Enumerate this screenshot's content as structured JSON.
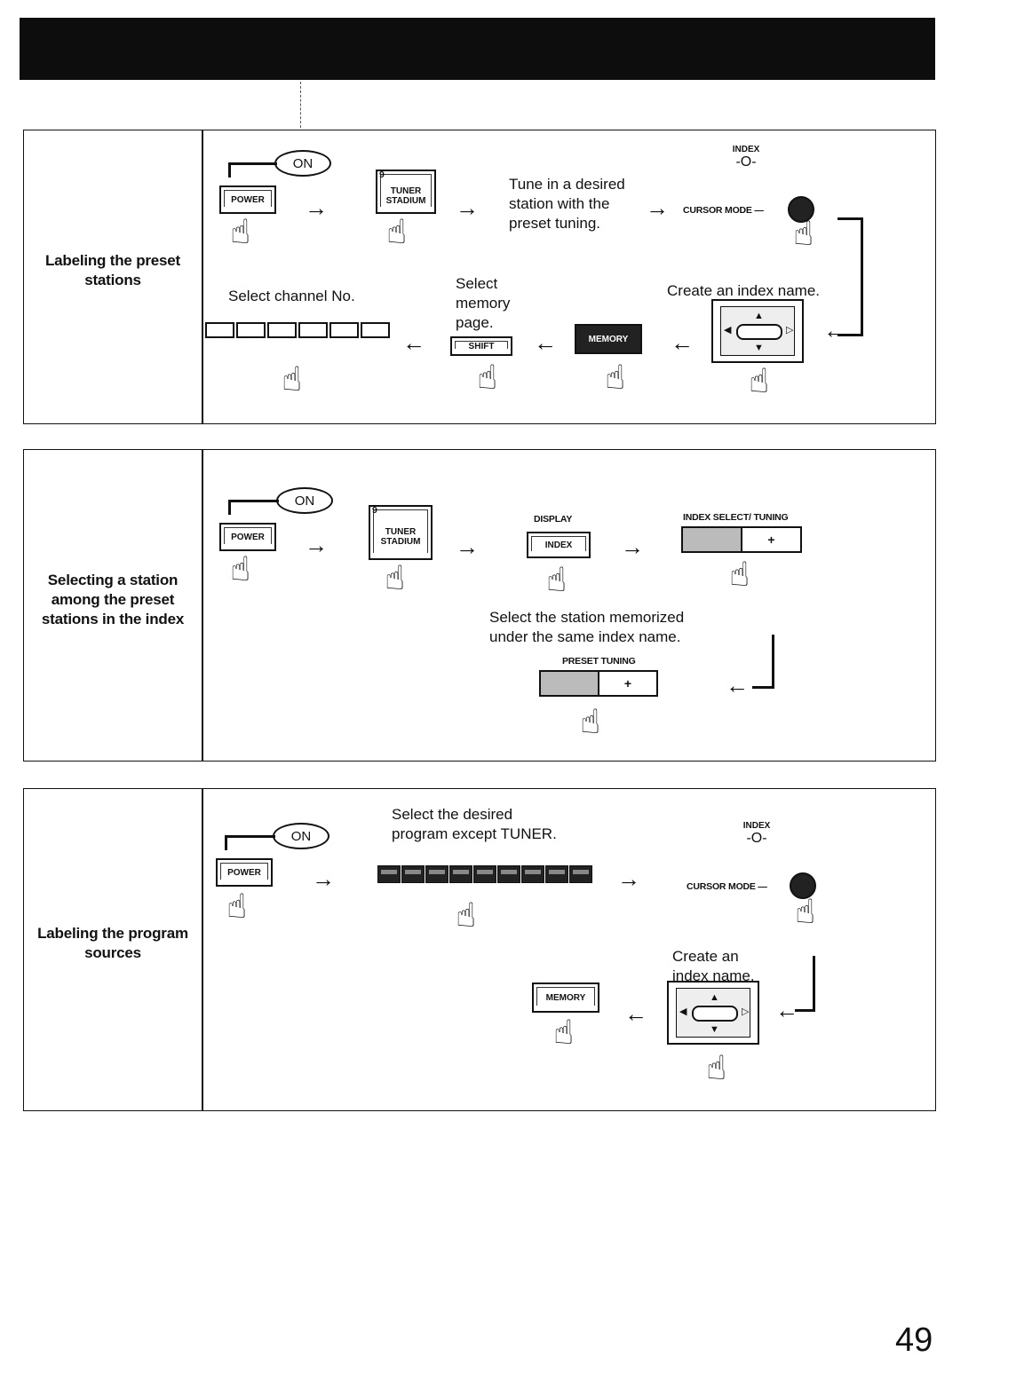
{
  "page": {
    "number": "49"
  },
  "sections": [
    {
      "title": [
        "Labeling the preset",
        "stations"
      ],
      "buttons": {
        "on": "ON",
        "power": "POWER",
        "tuner_num": "9",
        "tuner": [
          "TUNER",
          "STADIUM"
        ],
        "index": "INDEX",
        "cursor_mode": "CURSOR MODE —",
        "shift": "SHIFT",
        "memory": "MEMORY"
      },
      "texts": {
        "tune": [
          "Tune in a desired",
          "station with the",
          "preset tuning."
        ],
        "select_channel": "Select channel No.",
        "select_memory": [
          "Select",
          "memory",
          "page."
        ],
        "create_index": "Create an index name."
      }
    },
    {
      "title": [
        "Selecting a station",
        "among the preset",
        "stations in the index"
      ],
      "buttons": {
        "on": "ON",
        "power": "POWER",
        "tuner_num": "9",
        "tuner": [
          "TUNER",
          "STADIUM"
        ],
        "display": "DISPLAY",
        "index": "INDEX",
        "index_select": "INDEX SELECT/ TUNING",
        "plus": "+",
        "preset_tuning": "PRESET TUNING"
      },
      "texts": {
        "select_station": [
          "Select the station memorized",
          "under the same index name."
        ]
      }
    },
    {
      "title": [
        "Labeling the program",
        "sources"
      ],
      "buttons": {
        "on": "ON",
        "power": "POWER",
        "index": "INDEX",
        "cursor_mode": "CURSOR MODE —",
        "memory": "MEMORY"
      },
      "texts": {
        "select_program": [
          "Select the desired",
          "program except TUNER."
        ],
        "create_index": [
          "Create an",
          "index name."
        ]
      }
    }
  ]
}
